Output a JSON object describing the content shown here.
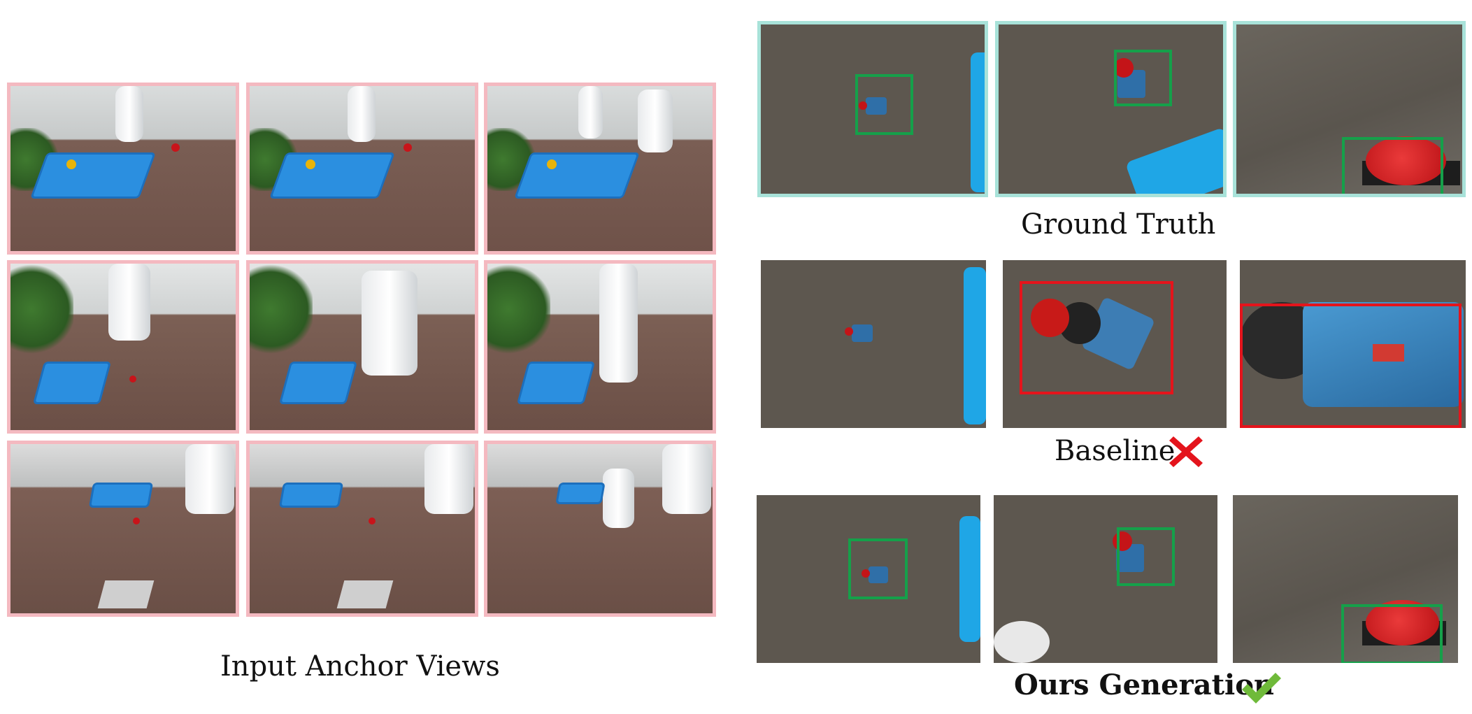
{
  "labels": {
    "input_anchor_views": "Input Anchor Views",
    "ground_truth": "Ground Truth",
    "baseline": "Baseline",
    "ours_generation": "Ours Generation"
  },
  "colors": {
    "anchor_border": "#f4b9c0",
    "ground_truth_border": "#a8e2d9",
    "correct_box": "#15a04a",
    "wrong_box": "#e4141c",
    "cross_mark": "#e4141c",
    "check_mark": "#6fba3a"
  },
  "icons": {
    "baseline_result": "cross-mark-icon",
    "ours_result": "check-mark-icon"
  }
}
